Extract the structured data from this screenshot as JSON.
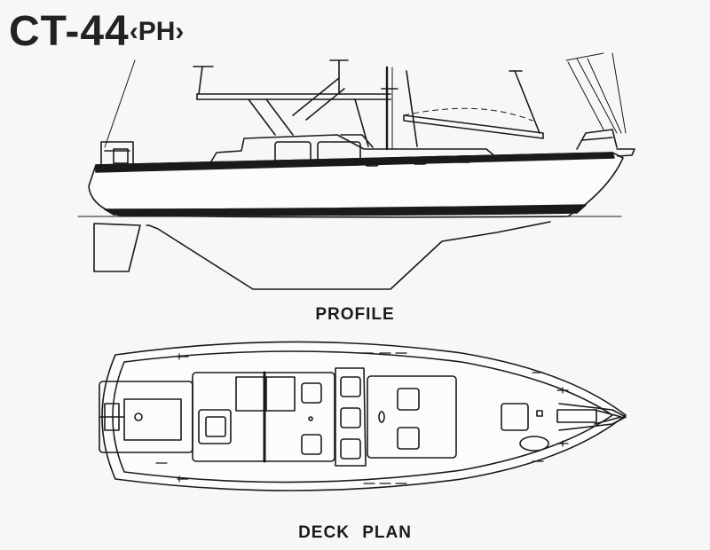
{
  "title": {
    "name": "CT-44",
    "model": "‹PH›"
  },
  "captions": {
    "profile": "PROFILE",
    "deck_plan": "DECK PLAN"
  },
  "colors": {
    "ink": "#1a1a1a",
    "paper": "#f7f7f5"
  }
}
